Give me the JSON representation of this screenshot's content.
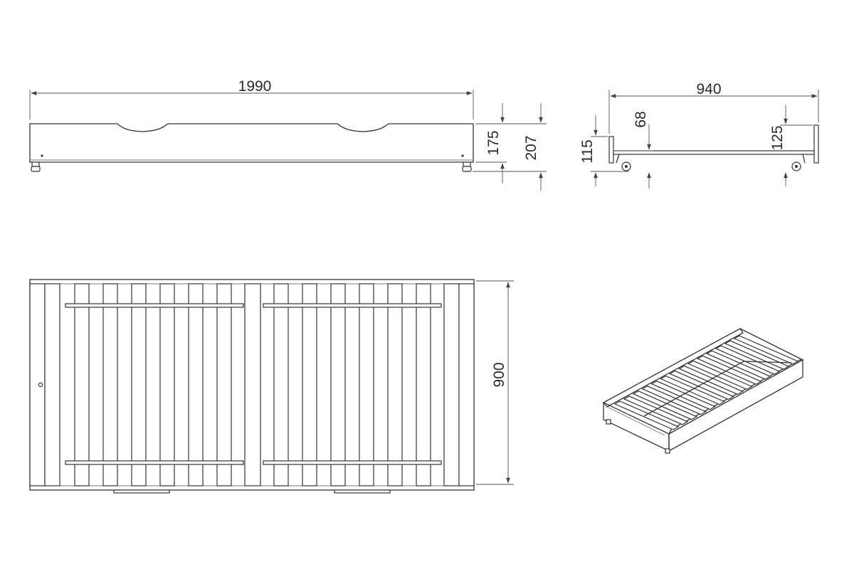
{
  "drawing": {
    "dimensions": {
      "length": "1990",
      "width_top": "940",
      "height_side": "175",
      "height_total": "207",
      "end_panel_height": "115",
      "base_height": "68",
      "end_rail_height": "125",
      "width_plan": "900"
    },
    "colors": {
      "line": "#333333",
      "dimension": "#555555",
      "background": "#ffffff"
    }
  }
}
